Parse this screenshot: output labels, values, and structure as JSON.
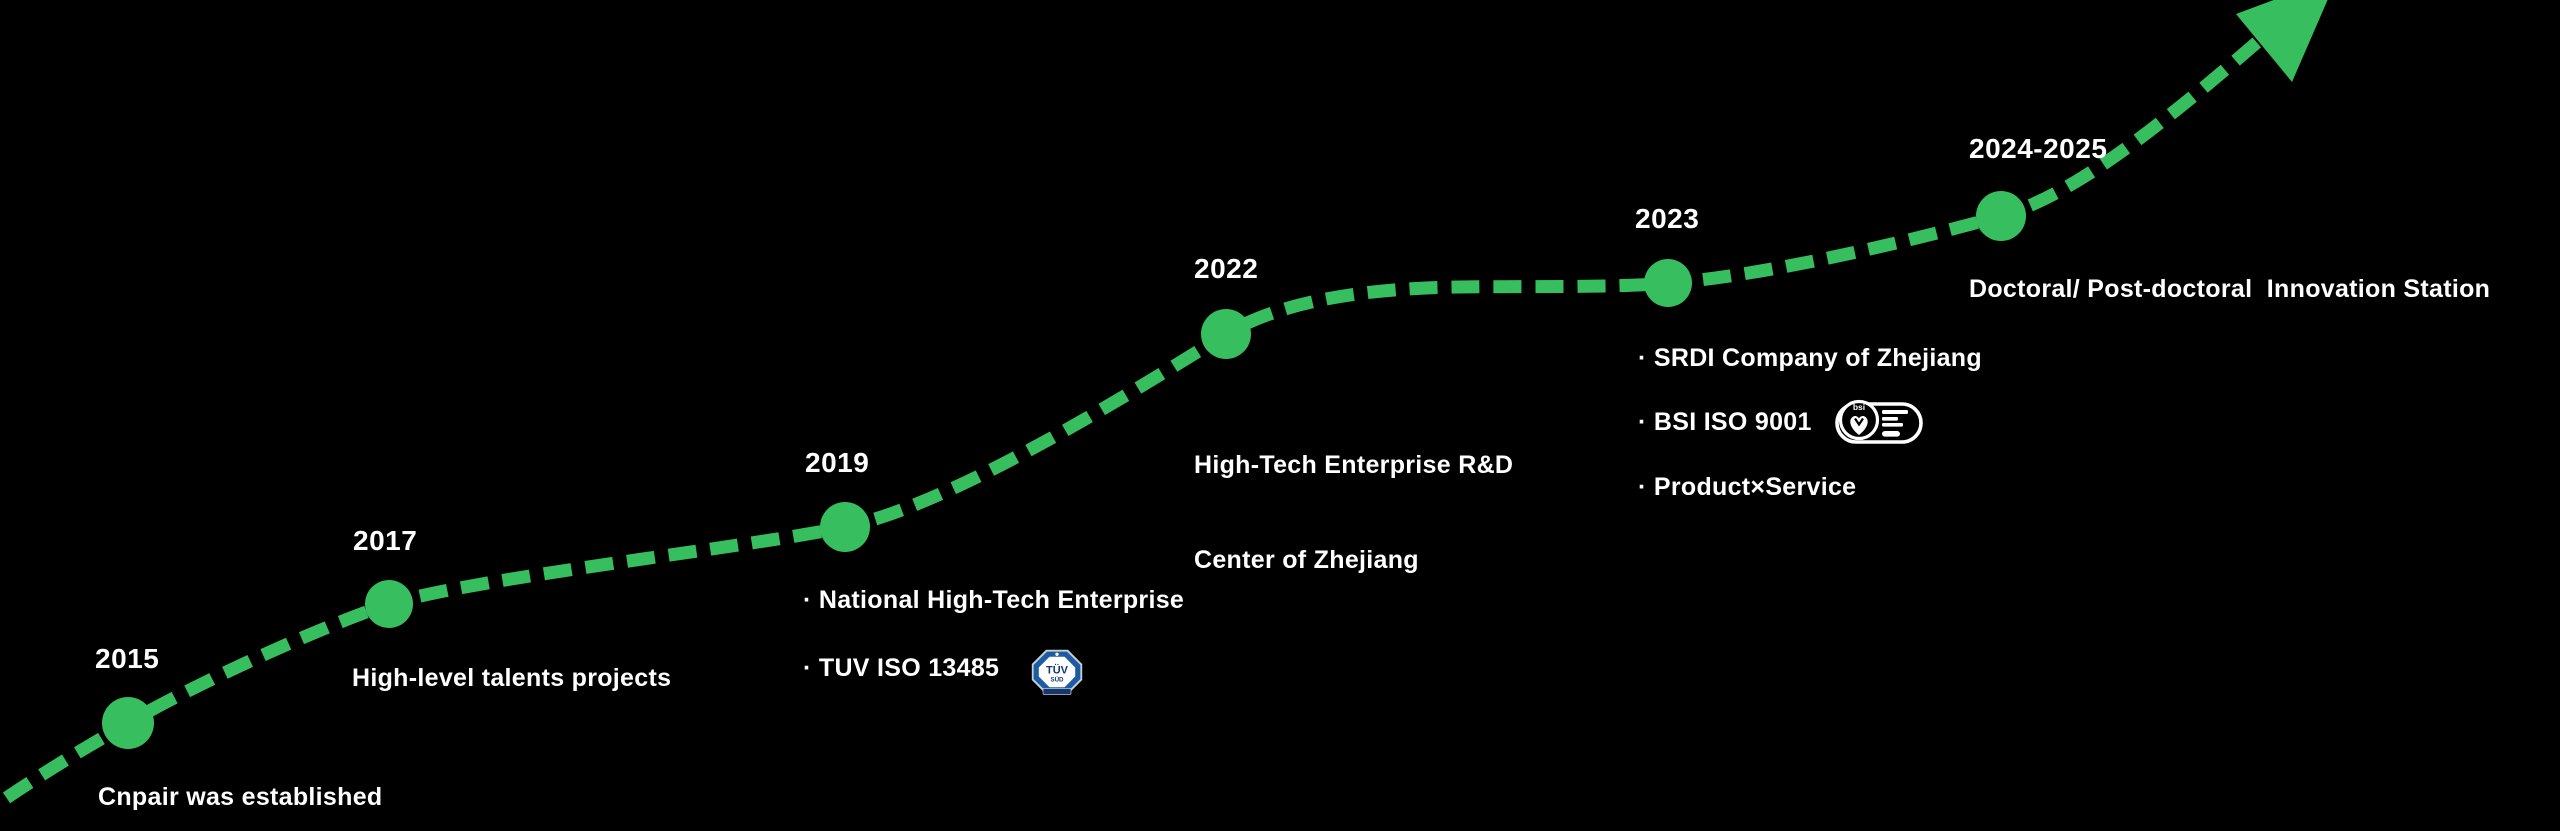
{
  "colors": {
    "background": "#000000",
    "accent_green": "#37BE5F",
    "text": "#FFFFFF",
    "tuv_badge_blue": "#1D5CA5",
    "tuv_badge_dark_blue": "#12386E",
    "tuv_badge_silver": "#C8CED6"
  },
  "timeline": {
    "milestones": [
      {
        "year": "2015",
        "line1": "Cnpair was established"
      },
      {
        "year": "2017",
        "line1": "High-level talents projects"
      },
      {
        "year": "2019",
        "line1": "· National High-Tech Enterprise",
        "line2": "· TUV ISO 13485"
      },
      {
        "year": "2022",
        "line1": "High-Tech Enterprise R&D",
        "line2": "Center of Zhejiang"
      },
      {
        "year": "2023",
        "line1": "· SRDI Company of Zhejiang",
        "line2": "· BSI ISO 9001",
        "line3": "· Product×Service"
      },
      {
        "year": "2024-2025",
        "line1": "Doctoral/ Post-doctoral  Innovation Station"
      }
    ],
    "badges": {
      "tuv": {
        "title": "TÜV",
        "subtitle": "SÜD"
      },
      "bsi": {
        "label": "bsi"
      }
    }
  }
}
